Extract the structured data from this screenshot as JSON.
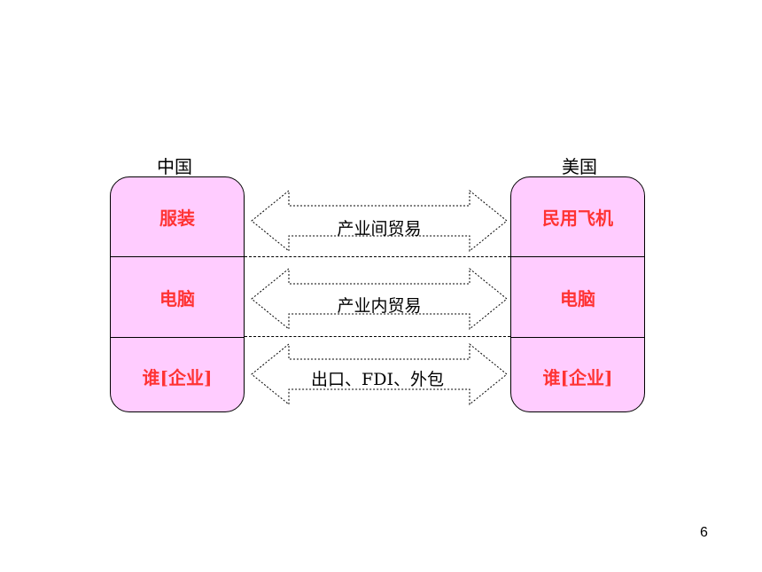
{
  "countries": {
    "left": "中国",
    "right": "美国"
  },
  "left_items": [
    "服装",
    "电脑",
    "谁[企业]"
  ],
  "right_items": [
    "民用飞机",
    "电脑",
    "谁[企业]"
  ],
  "arrows": [
    {
      "label": "产业间贸易"
    },
    {
      "label": "产业内贸易"
    },
    {
      "label": "出口、FDI、外包"
    }
  ],
  "page_number": "6",
  "colors": {
    "box_fill": "#ffccff",
    "item_text": "#ff3333"
  }
}
